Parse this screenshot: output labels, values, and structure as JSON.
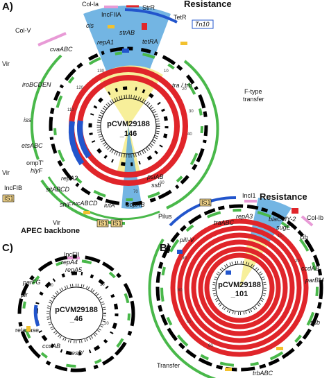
{
  "panel_a": {
    "label": "A)",
    "plasmid_line1": "pCVM29188",
    "plasmid_line2": "_146",
    "resistance_title": "Resistance",
    "apec_title": "APEC backbone",
    "ticks": [
      "130",
      "120",
      "110",
      "10",
      "20",
      "30",
      "40",
      "60",
      "70"
    ],
    "labels": {
      "col_ia": "Col-Ia",
      "cis": "cis",
      "incfiia": "IncFIIA",
      "strr": "StrR",
      "tetr": "TetR",
      "tn10": "Tn10",
      "repa1": "repA1",
      "strab": "strAB",
      "tetra": "tetRA",
      "col_v": "Col-V",
      "cvaabc": "cvaABC",
      "vir1": "Vir",
      "irobcden": "iroBCDEN",
      "tra_trb": "tra / trb",
      "f_type_1": "F-type",
      "f_type_2": "transfer",
      "iss": "iss",
      "etsabc": "etsABC",
      "vir2": "Vir",
      "ompt": "ompT'",
      "hlyf": "hlyF",
      "repa2": "repA2",
      "incfib": "IncFIB",
      "sitabcd": "sitABCD",
      "shif": "shiF",
      "iucabcd": "iucABCD",
      "iuta": "iutA",
      "sopab": "sopAB",
      "psiab": "psiAB",
      "ssb": "ssb",
      "vir3": "Vir",
      "is1": "IS1"
    }
  },
  "panel_b": {
    "label": "B)",
    "plasmid_line1": "pCVM29188",
    "plasmid_line2": "_101",
    "resistance_title": "Resistance",
    "ticks": [
      "10",
      "20",
      "90",
      "80",
      "70",
      "60"
    ],
    "labels": {
      "inci1": "IncI1",
      "repa3": "repA3",
      "traabc": "traABC",
      "pilus": "Pilus",
      "pili_v": "pilI-V",
      "blacmy2": "blaCMY-2",
      "suge": "sugE",
      "col_ib": "Col-Ib",
      "cib": "cib",
      "ccdab": "ccdAB",
      "parbm": "parBM",
      "ssb": "ssb",
      "transfer": "Transfer",
      "trbabc": "trbABC",
      "is1": "IS1"
    }
  },
  "panel_c": {
    "label": "C)",
    "plasmid_line1": "pCVM29188",
    "plasmid_line2": "_46",
    "ticks": [
      "10",
      "20",
      "40"
    ],
    "labels": {
      "incfii": "IncFII",
      "repa4": "repA4",
      "repa5": "repA5",
      "parfg": "parFG",
      "plr": "plr",
      "relaxase": "relaxase",
      "ccdab": "ccdAB",
      "resd": "resD'"
    }
  },
  "colors": {
    "resistance_blue": "#5ba8de",
    "pale_yellow": "#f7ef9a",
    "red": "#e0252a",
    "blue": "#2255cc",
    "green": "#49b84a",
    "pink": "#e89ad6",
    "yellow": "#f2c12e",
    "is_box": "#f6d88c"
  }
}
